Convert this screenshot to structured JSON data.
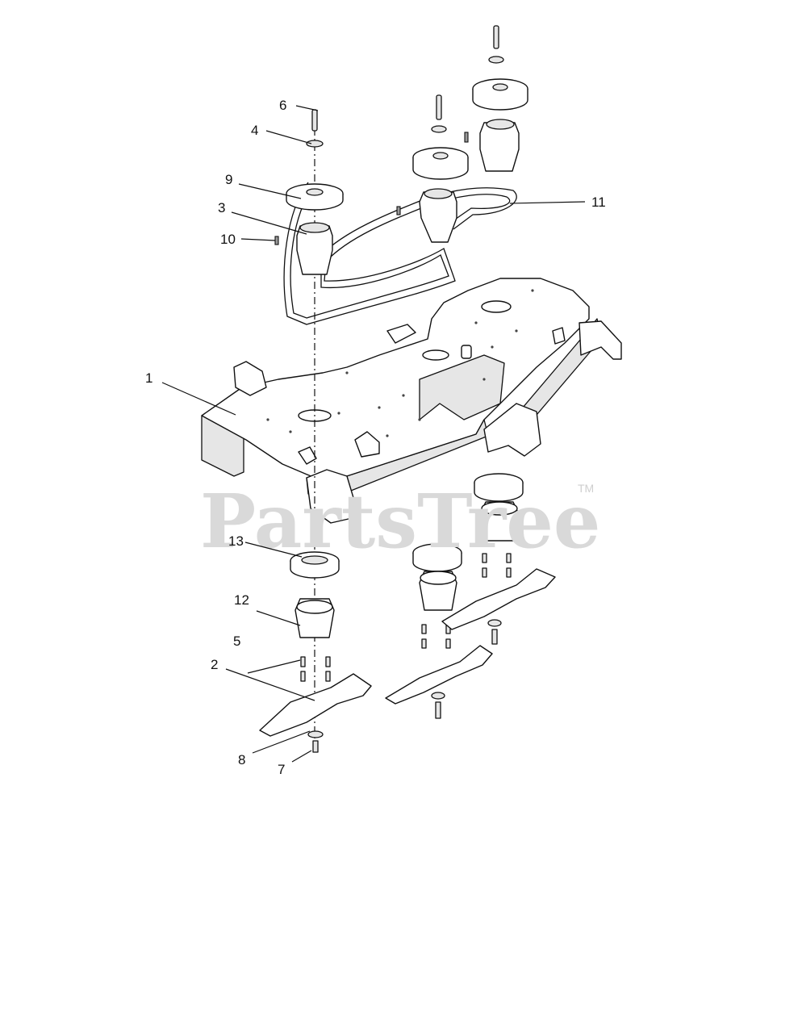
{
  "watermark": {
    "text": "PartsTree",
    "tm": "TM"
  },
  "callouts": [
    "1",
    "2",
    "3",
    "4",
    "5",
    "6",
    "7",
    "8",
    "9",
    "10",
    "11",
    "12",
    "13"
  ]
}
